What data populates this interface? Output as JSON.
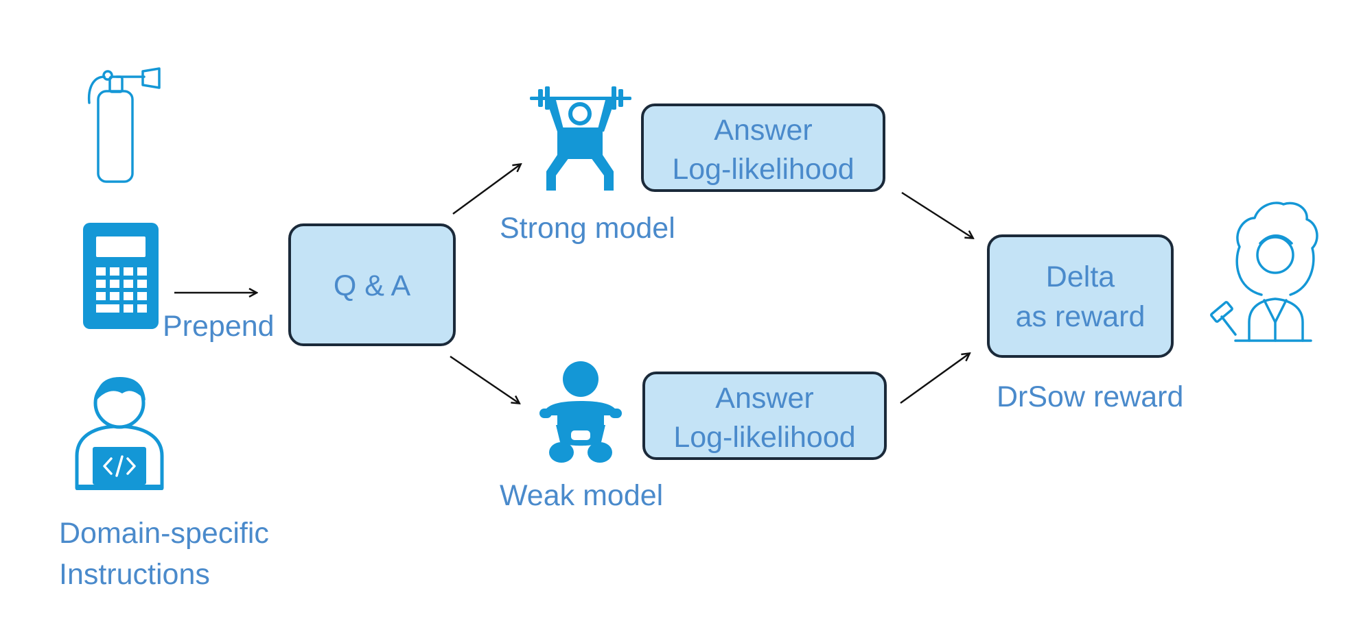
{
  "colors": {
    "box_fill": "#C4E3F6",
    "box_stroke": "#1B2A3A",
    "text": "#4A8ACB",
    "icon": "#1497D6",
    "arrow": "#111111"
  },
  "instructions": {
    "icons": [
      "fire-extinguisher-icon",
      "calculator-icon",
      "developer-icon"
    ],
    "label_line1": "Domain-specific",
    "label_line2": "Instructions"
  },
  "prepend_label": "Prepend",
  "qa_box": {
    "label": "Q & A"
  },
  "strong": {
    "icon": "weightlifter-icon",
    "label": "Strong model",
    "box_line1": "Answer",
    "box_line2": "Log-likelihood"
  },
  "weak": {
    "icon": "baby-icon",
    "label": "Weak model",
    "box_line1": "Answer",
    "box_line2": "Log-likelihood"
  },
  "reward": {
    "box_line1": "Delta",
    "box_line2": "as reward",
    "label": "DrSow reward",
    "icon": "judge-icon"
  }
}
